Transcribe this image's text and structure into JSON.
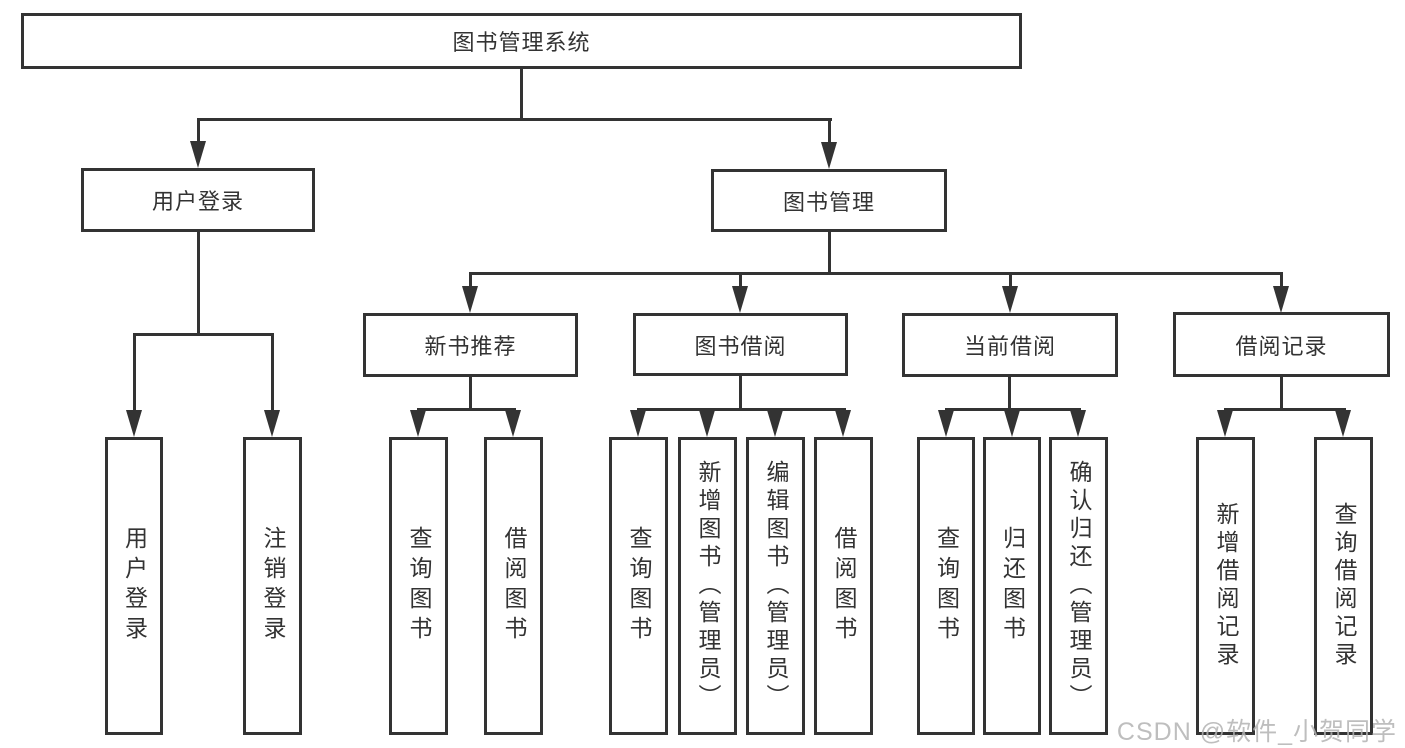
{
  "diagram": {
    "title_node": "图书管理系统",
    "level1": [
      {
        "label": "用户登录"
      },
      {
        "label": "图书管理"
      }
    ],
    "level2": [
      {
        "label": "新书推荐"
      },
      {
        "label": "图书借阅"
      },
      {
        "label": "当前借阅"
      },
      {
        "label": "借阅记录"
      }
    ],
    "leaves": [
      {
        "label": "用户登录"
      },
      {
        "label": "注销登录"
      },
      {
        "label": "查询图书"
      },
      {
        "label": "借阅图书"
      },
      {
        "label": "查询图书"
      },
      {
        "label": "新增图书（管理员）"
      },
      {
        "label": "编辑图书（管理员）"
      },
      {
        "label": "借阅图书"
      },
      {
        "label": "查询图书"
      },
      {
        "label": "归还图书"
      },
      {
        "label": "确认归还（管理员）"
      },
      {
        "label": "新增借阅记录"
      },
      {
        "label": "查询借阅记录"
      }
    ],
    "colors": {
      "line": "#333333",
      "text": "#333333",
      "background": "#ffffff",
      "watermark": "#b3b3b3"
    }
  },
  "watermark": {
    "text": "CSDN @软件_小贺同学"
  }
}
